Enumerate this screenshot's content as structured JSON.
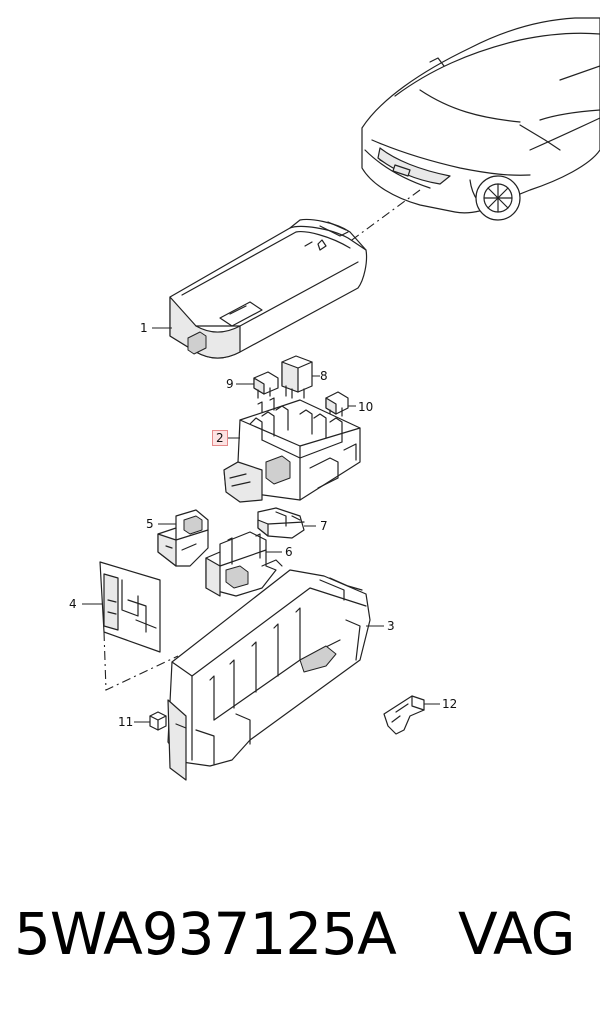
{
  "diagram": {
    "labels": [
      {
        "id": "1",
        "text": "1",
        "highlighted": false
      },
      {
        "id": "2",
        "text": "2",
        "highlighted": true
      },
      {
        "id": "3",
        "text": "3",
        "highlighted": false
      },
      {
        "id": "4",
        "text": "4",
        "highlighted": false
      },
      {
        "id": "5",
        "text": "5",
        "highlighted": false
      },
      {
        "id": "6",
        "text": "6",
        "highlighted": false
      },
      {
        "id": "7",
        "text": "7",
        "highlighted": false
      },
      {
        "id": "8",
        "text": "8",
        "highlighted": false
      },
      {
        "id": "9",
        "text": "9",
        "highlighted": false
      },
      {
        "id": "10",
        "text": "10",
        "highlighted": false
      },
      {
        "id": "11",
        "text": "11",
        "highlighted": false
      },
      {
        "id": "12",
        "text": "12",
        "highlighted": false
      }
    ],
    "highlight_color": "#e58a8a"
  },
  "caption": {
    "part_number": "5WA937125A",
    "brand": "VAG"
  }
}
